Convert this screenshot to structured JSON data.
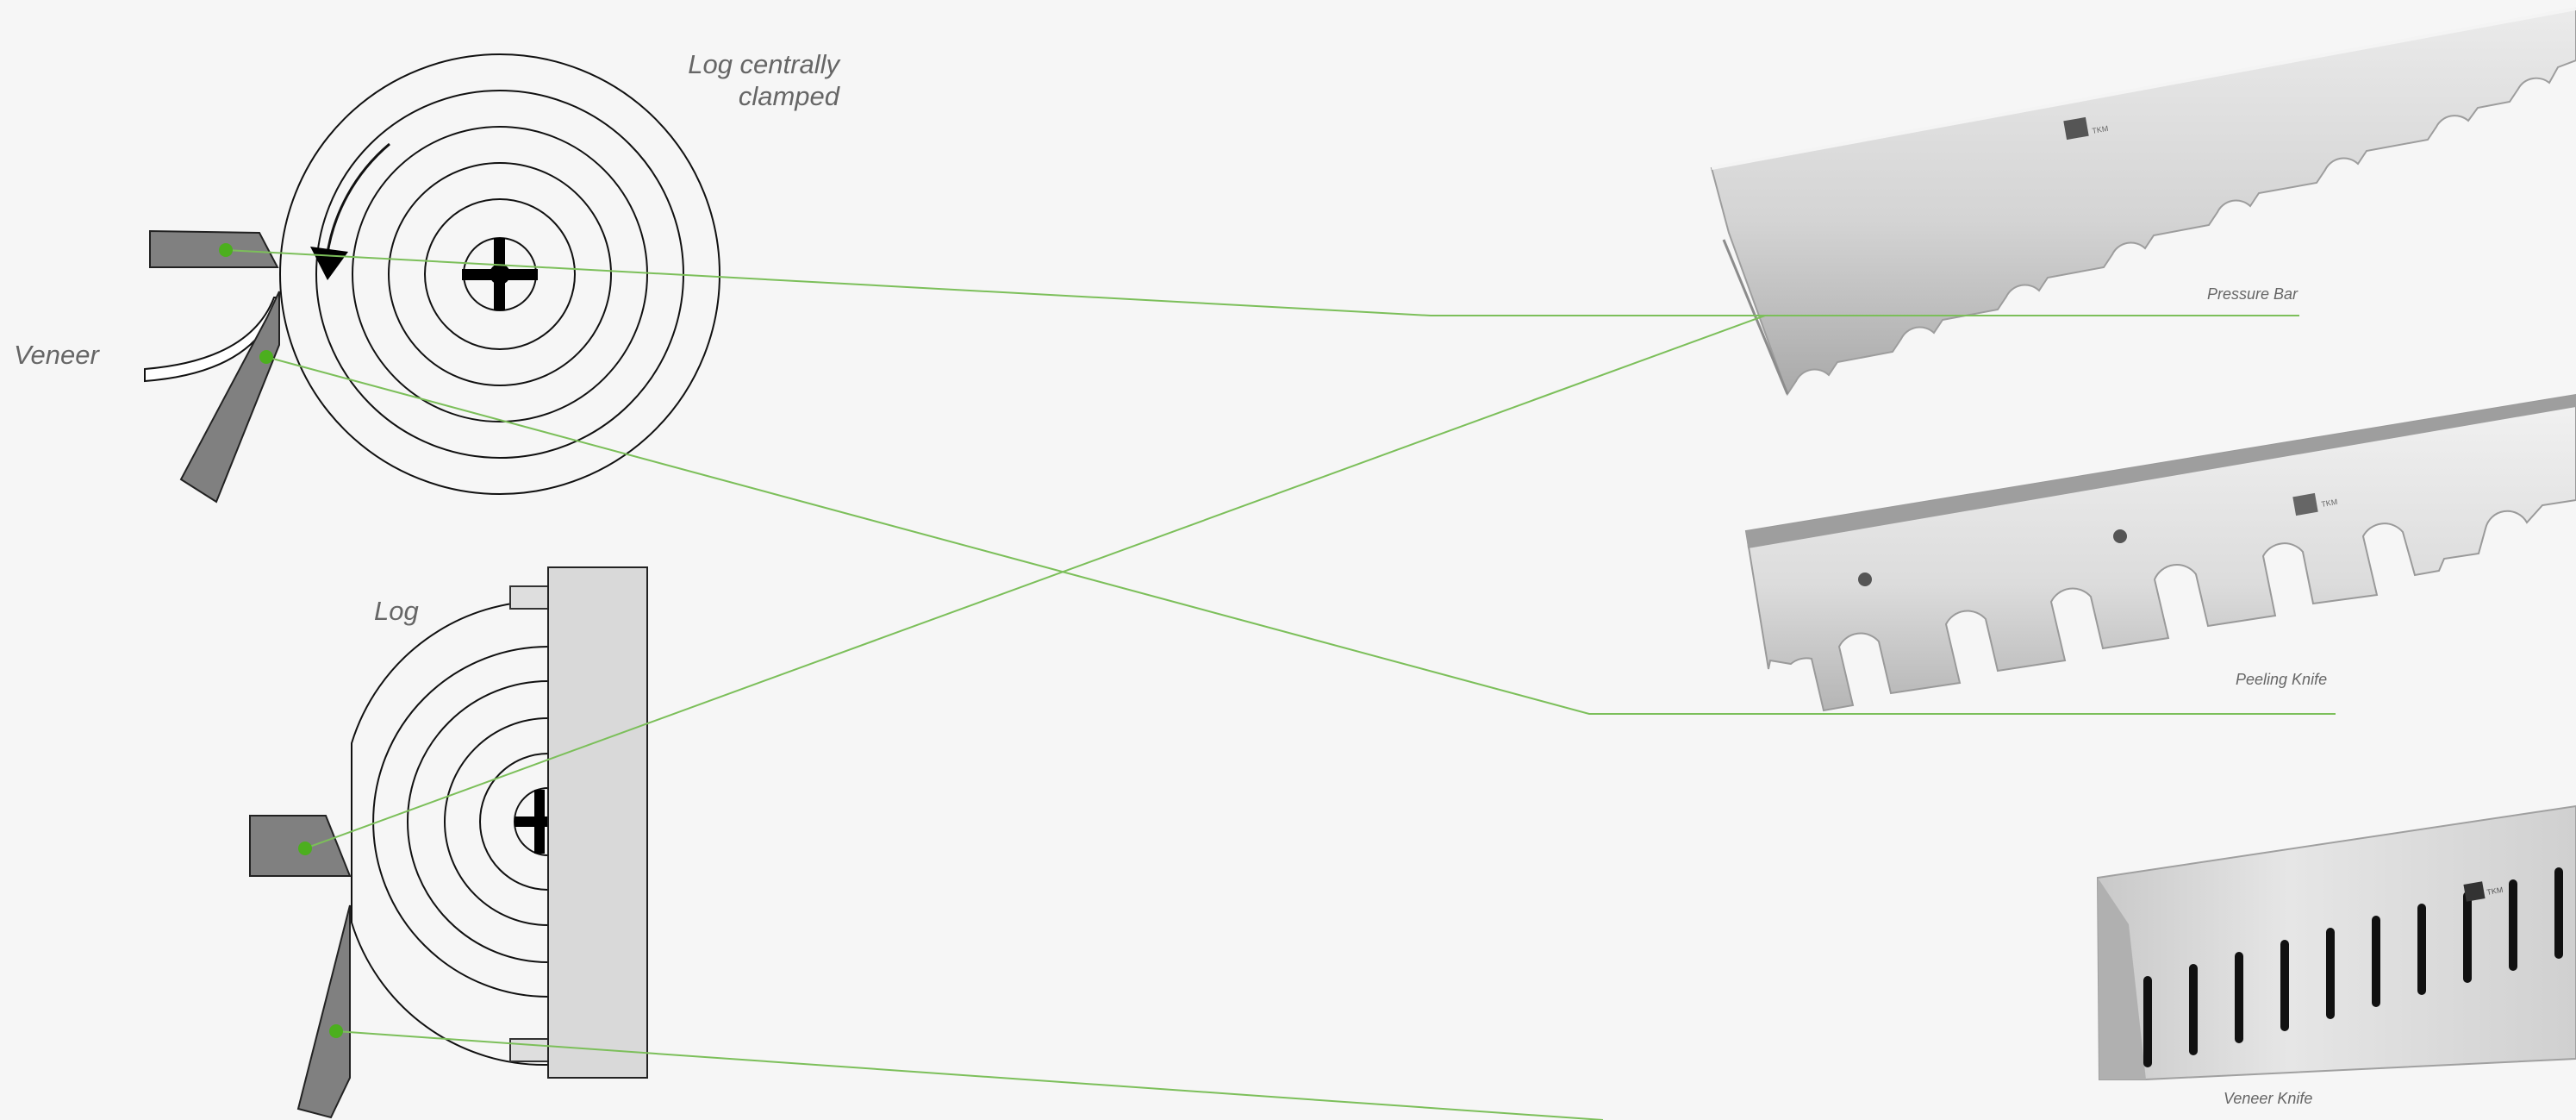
{
  "labels": {
    "log_centrally_clamped_line1": "Log centrally",
    "log_centrally_clamped_line2": "clamped",
    "veneer": "Veneer",
    "log": "Log",
    "pressure_bar": "Pressure Bar",
    "peeling_knife": "Peeling  Knife",
    "veneer_knife": "Veneer Knife"
  },
  "product_marks": {
    "brand_logo": "TKM"
  },
  "colors": {
    "background": "#f6f6f6",
    "leader_line": "#7cbf5a",
    "marker_dot": "#4caf1e",
    "tool_fill": "#808080",
    "steel_light": "#d9d9d9",
    "steel_dark": "#9a9a9a",
    "text": "#666666"
  }
}
